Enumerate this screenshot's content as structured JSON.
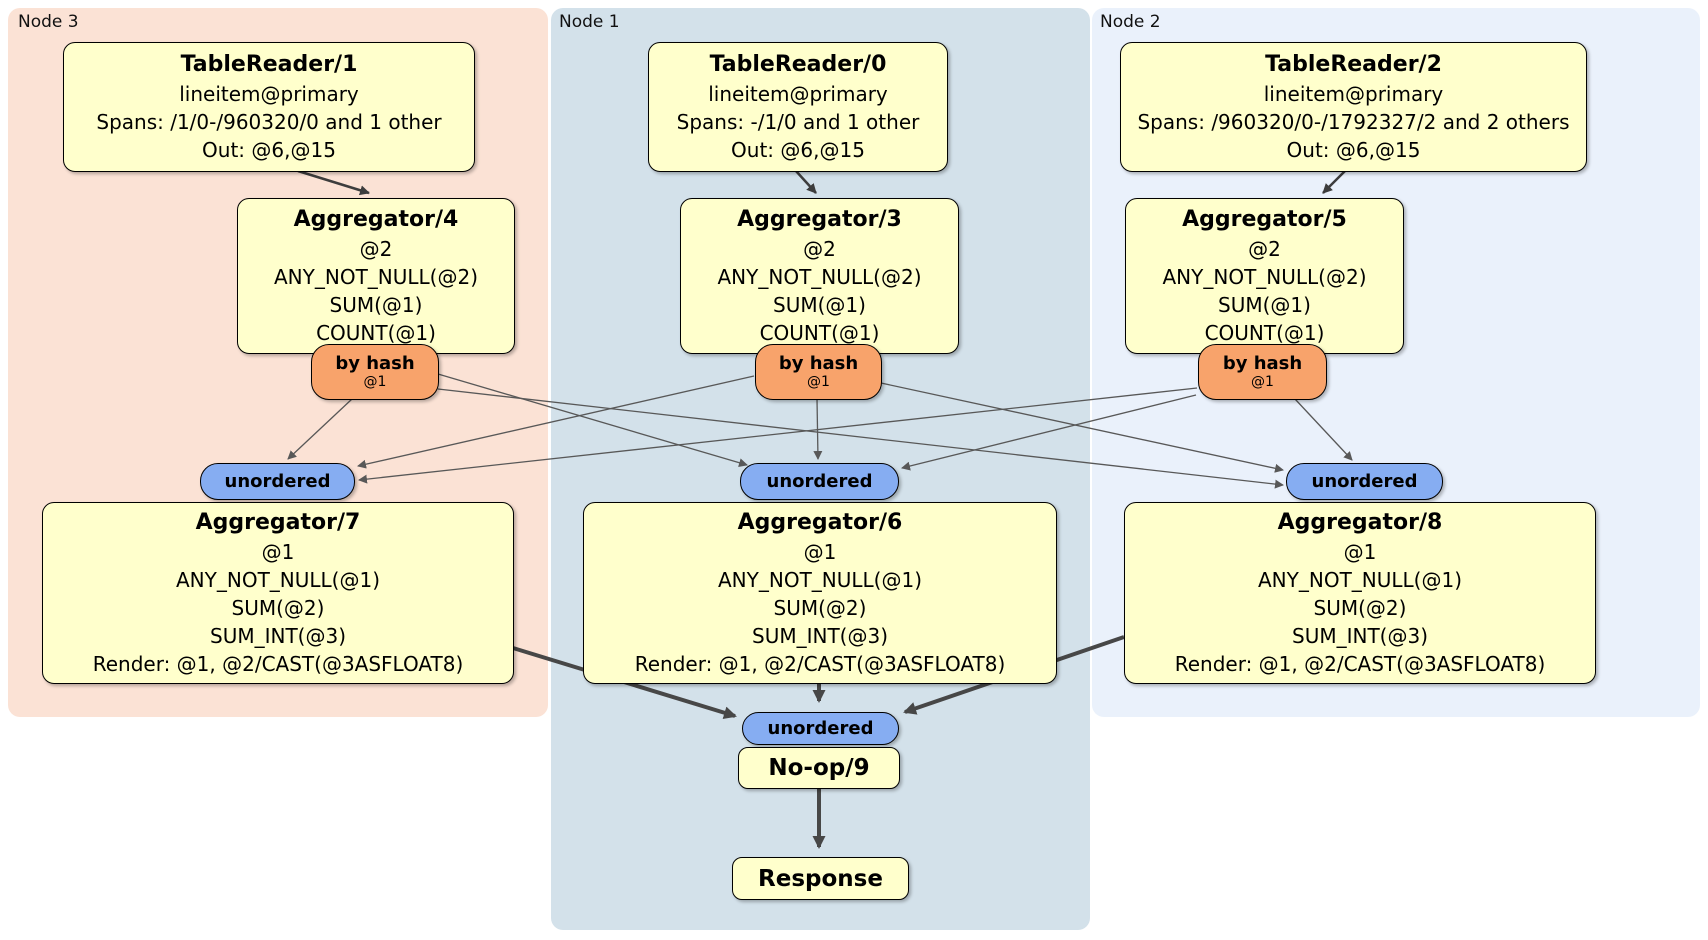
{
  "regions": [
    {
      "label": "Node 3"
    },
    {
      "label": "Node 1"
    },
    {
      "label": "Node 2"
    }
  ],
  "processors": [
    {
      "title": "TableReader/1",
      "lines": [
        "lineitem@primary",
        "Spans: /1/0-/960320/0 and 1 other",
        "Out: @6,@15"
      ]
    },
    {
      "title": "TableReader/0",
      "lines": [
        "lineitem@primary",
        "Spans: -/1/0 and 1 other",
        "Out: @6,@15"
      ]
    },
    {
      "title": "TableReader/2",
      "lines": [
        "lineitem@primary",
        "Spans: /960320/0-/1792327/2 and 2 others",
        "Out: @6,@15"
      ]
    },
    {
      "title": "Aggregator/4",
      "lines": [
        "@2",
        "ANY_NOT_NULL(@2)",
        "SUM(@1)",
        "COUNT(@1)"
      ]
    },
    {
      "title": "Aggregator/3",
      "lines": [
        "@2",
        "ANY_NOT_NULL(@2)",
        "SUM(@1)",
        "COUNT(@1)"
      ]
    },
    {
      "title": "Aggregator/5",
      "lines": [
        "@2",
        "ANY_NOT_NULL(@2)",
        "SUM(@1)",
        "COUNT(@1)"
      ]
    },
    {
      "title": "Aggregator/7",
      "lines": [
        "@1",
        "ANY_NOT_NULL(@1)",
        "SUM(@2)",
        "SUM_INT(@3)",
        "Render: @1, @2/CAST(@3ASFLOAT8)"
      ]
    },
    {
      "title": "Aggregator/6",
      "lines": [
        "@1",
        "ANY_NOT_NULL(@1)",
        "SUM(@2)",
        "SUM_INT(@3)",
        "Render: @1, @2/CAST(@3ASFLOAT8)"
      ]
    },
    {
      "title": "Aggregator/8",
      "lines": [
        "@1",
        "ANY_NOT_NULL(@1)",
        "SUM(@2)",
        "SUM_INT(@3)",
        "Render: @1, @2/CAST(@3ASFLOAT8)"
      ]
    },
    {
      "title": "No-op/9",
      "lines": []
    },
    {
      "title": "Response",
      "lines": []
    }
  ],
  "routers": [
    {
      "label": "by hash",
      "key": "@1"
    },
    {
      "label": "by hash",
      "key": "@1"
    },
    {
      "label": "by hash",
      "key": "@1"
    }
  ],
  "synchronizers": [
    {
      "label": "unordered"
    },
    {
      "label": "unordered"
    },
    {
      "label": "unordered"
    },
    {
      "label": "unordered"
    }
  ],
  "colors": {
    "node3_bg": "#fbe2d5",
    "node1_bg": "#d3e1ea",
    "node2_bg": "#eaf1fb",
    "processor_fill": "#ffffcc",
    "router_fill": "#f8a36b",
    "synchronizer_fill": "#86adf2",
    "edge_thin": "#585858",
    "edge_thick": "#474747"
  }
}
